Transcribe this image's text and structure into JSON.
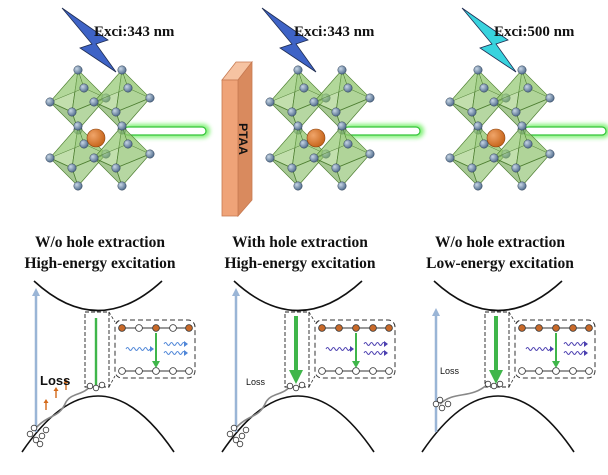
{
  "panels": [
    {
      "excitation": "Exci:343 nm",
      "bolt_color": "#3e63c6",
      "condition_line1": "W/o hole extraction",
      "condition_line2": "High-energy excitation",
      "loss_label": "Loss",
      "has_ptaa": false
    },
    {
      "excitation": "Exci:343 nm",
      "bolt_color": "#3e63c6",
      "condition_line1": "With hole extraction",
      "condition_line2": "High-energy excitation",
      "loss_label": "Loss",
      "has_ptaa": true,
      "ptaa_label": "PTAA"
    },
    {
      "excitation": "Exci:500 nm",
      "bolt_color": "#38d3de",
      "condition_line1": "W/o hole extraction",
      "condition_line2": "Low-energy excitation",
      "loss_label": "Loss",
      "has_ptaa": false
    }
  ],
  "colors": {
    "octahedron": "#8fc46a",
    "octahedron_edge": "#4f7f34",
    "halide": "#55708f",
    "cation": "#c9671d",
    "glow": "#66ee5a",
    "ptaa": "#efa378",
    "excitation_arrow": "#9ab5d6",
    "recombination_arrow": "#3fb64a",
    "electron": "#c96a2a"
  }
}
